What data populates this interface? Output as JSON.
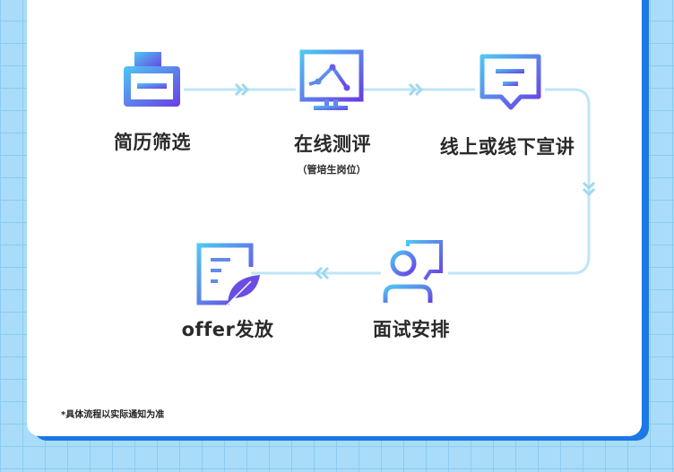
{
  "steps": [
    {
      "label": "简历筛选",
      "icon": "resume-tray-icon"
    },
    {
      "label": "在线测评",
      "sublabel": "（管培生岗位）",
      "icon": "monitor-chart-icon"
    },
    {
      "label": "线上或线下宣讲",
      "icon": "speech-bubble-icon"
    },
    {
      "label": "面试安排",
      "icon": "interview-person-icon"
    },
    {
      "label": "offer发放",
      "icon": "document-feather-icon"
    }
  ],
  "note": "*具体流程以实际通知为准",
  "colors": {
    "gradient_start": "#4fc6f2",
    "gradient_end": "#6a3de4",
    "accent": "#1b78e6",
    "background": "#a9dcf8"
  }
}
